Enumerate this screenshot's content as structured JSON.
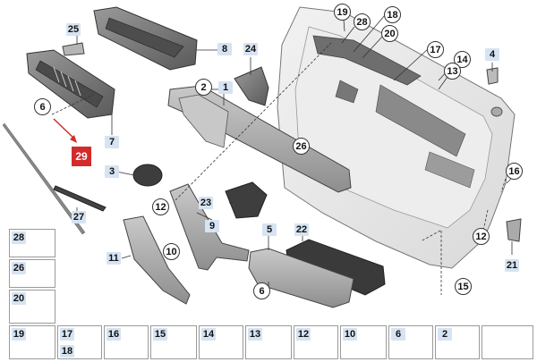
{
  "diagram": {
    "callouts": {
      "c25": "25",
      "c8": "8",
      "c6a": "6",
      "c7": "7",
      "c29": "29",
      "c3": "3",
      "c27": "27",
      "c2a": "2",
      "c1": "1",
      "c24": "24",
      "c19": "19",
      "c28": "28",
      "c18": "18",
      "c20": "20",
      "c17": "17",
      "c14": "14",
      "c13": "13",
      "c4": "4",
      "c26": "26",
      "c16": "16",
      "c12a": "12",
      "c23": "23",
      "c9": "9",
      "c10": "10",
      "c11": "11",
      "c5": "5",
      "c22": "22",
      "c6b": "6",
      "c12b": "12",
      "c21": "21",
      "c15": "15"
    },
    "legend": {
      "left_column": [
        "28",
        "26",
        "20"
      ],
      "bottom_row": [
        "19",
        "17",
        "16",
        "15",
        "14",
        "13",
        "12",
        "10",
        "6",
        "2"
      ],
      "bottom_row_sub": "18"
    }
  }
}
